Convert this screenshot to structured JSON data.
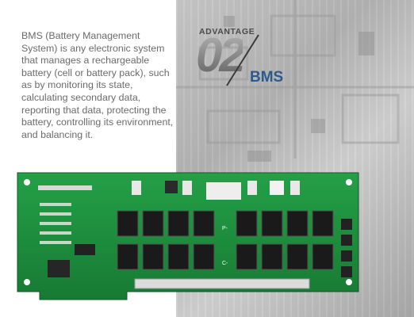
{
  "description": "BMS (Battery Management System) is any electronic system that manages a rechargeable battery (cell or battery pack), such as by monitoring its state, calculating secondary data, reporting that data, protecting the battery, controlling its environment, and balancing it.",
  "advantage": {
    "label": "ADVANTAGE",
    "number": "02",
    "tag": "BMS"
  },
  "pcb_labels": {
    "p_minus": "P-",
    "c_minus": "C-"
  },
  "colors": {
    "text": "#6b6b6b",
    "accent_blue": "#2c5a8e",
    "pcb_green": "#1e8a3a",
    "mosfet": "#1a1a1a"
  },
  "icons": [
    "pcb-board-image"
  ]
}
